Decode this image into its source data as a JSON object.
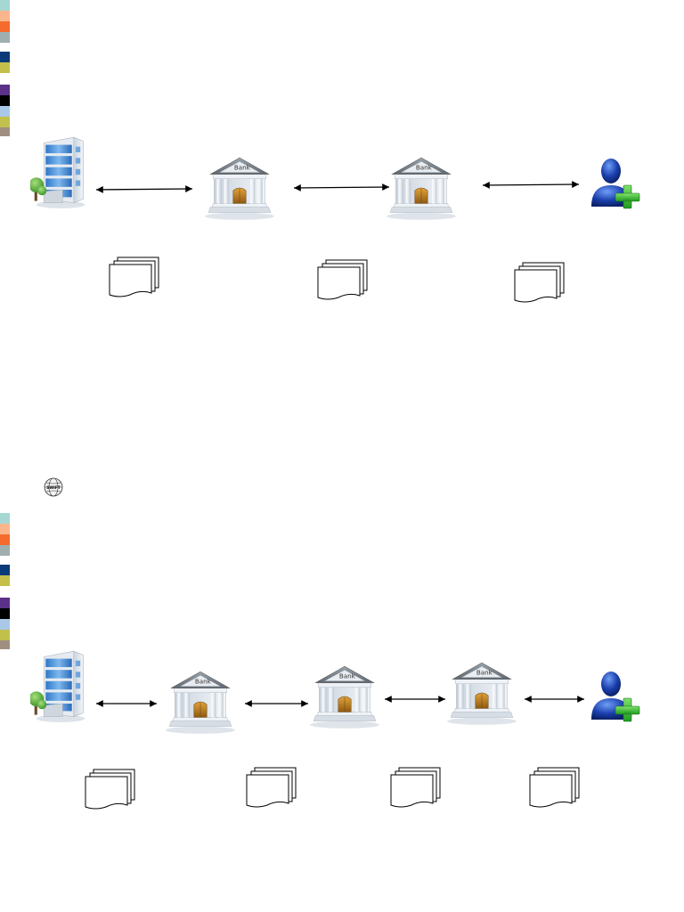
{
  "colors": {
    "palette": [
      "#a6d8d3",
      "#fbb58c",
      "#f46b2d",
      "#9fafb0",
      "#ffffff",
      "#0a3a78",
      "#c4bf4a",
      "#ffffff",
      "#5b3189",
      "#000000",
      "#a9c8e8",
      "#c1c04c",
      "#a08f80"
    ]
  },
  "diagram_top": {
    "nodes": [
      {
        "kind": "building-icon",
        "label": ""
      },
      {
        "kind": "bank-icon",
        "label": "Bank"
      },
      {
        "kind": "bank-icon",
        "label": "Bank"
      },
      {
        "kind": "user-add-icon",
        "label": ""
      }
    ],
    "documents": 3
  },
  "diagram_bottom": {
    "nodes": [
      {
        "kind": "building-icon",
        "label": ""
      },
      {
        "kind": "bank-icon",
        "label": "Bank"
      },
      {
        "kind": "bank-icon",
        "label": "Bank"
      },
      {
        "kind": "bank-icon",
        "label": "Bank"
      },
      {
        "kind": "user-add-icon",
        "label": ""
      }
    ],
    "documents": 4
  },
  "globe": {
    "label": "SWIFT"
  }
}
